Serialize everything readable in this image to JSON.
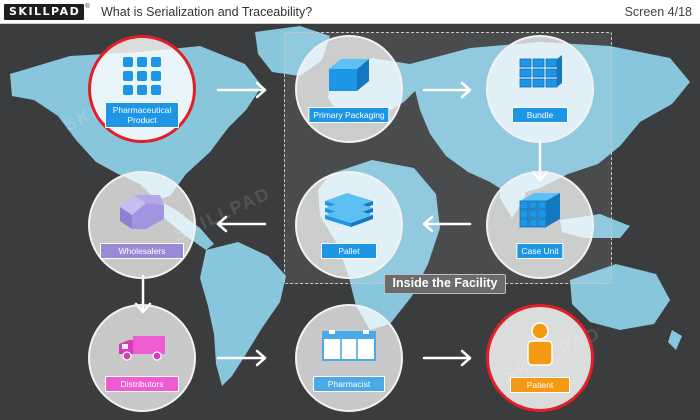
{
  "header": {
    "logo_text": "SKILLPAD",
    "logo_mark": "®",
    "title": "What is Serialization and Traceability?",
    "screen_counter": "Screen 4/18"
  },
  "stage": {
    "facility_label": "Inside the Facility",
    "watermark": "SKILLPAD",
    "colors": {
      "map_land": "#8fd2ea",
      "background": "#3b3c3d",
      "highlight_ring": "#e21f26",
      "icon_blue": "#1e96e6"
    }
  },
  "nodes": {
    "pharmaceutical_product": {
      "label": "Pharmaceutical Product",
      "icon": "pill-grid-icon"
    },
    "primary_packaging": {
      "label": "Primary Packaging",
      "icon": "box-icon"
    },
    "bundle": {
      "label": "Bundle",
      "icon": "bundle-icon"
    },
    "case_unit": {
      "label": "Case Unit",
      "icon": "case-cube-icon"
    },
    "pallet": {
      "label": "Pallet",
      "icon": "pallet-stack-icon"
    },
    "wholesalers": {
      "label": "Wholesalers",
      "icon": "warehouse-icon"
    },
    "distributors": {
      "label": "Distributors",
      "icon": "truck-icon"
    },
    "pharmacist": {
      "label": "Pharmacist",
      "icon": "storefront-icon"
    },
    "patient": {
      "label": "Patient",
      "icon": "person-icon"
    }
  }
}
